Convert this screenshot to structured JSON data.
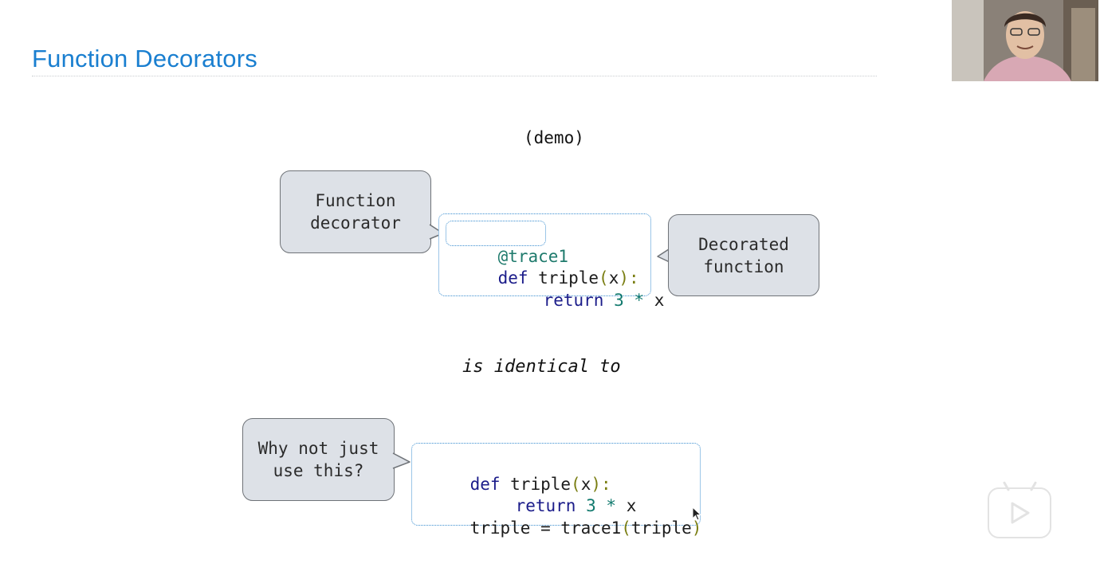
{
  "slide": {
    "title": "Function Decorators",
    "demo_label": "(demo)",
    "identical_label": "is identical to"
  },
  "callouts": {
    "function_decorator": "Function\ndecorator",
    "decorated_function": "Decorated\nfunction",
    "why_not": "Why not just\nuse this?"
  },
  "code_top": {
    "decorator": "@trace1",
    "def_kw": "def",
    "def_name": " triple",
    "def_lparen": "(",
    "def_param": "x",
    "def_rparen": ")",
    "def_colon": ":",
    "return_kw": "return",
    "return_num": "3",
    "return_op": "*",
    "return_var": "x"
  },
  "code_bottom": {
    "def_kw": "def",
    "def_name": " triple",
    "def_lparen": "(",
    "def_param": "x",
    "def_rparen": ")",
    "def_colon": ":",
    "return_kw": "return",
    "return_num": "3",
    "return_op": "*",
    "return_var": "x",
    "assign_target": "triple = trace1",
    "assign_lparen": "(",
    "assign_arg": "triple",
    "assign_rparen": ")"
  },
  "overlay": {
    "webcam_icon": "presenter-video",
    "play_icon": "play-icon",
    "cursor_icon": "mouse-pointer-icon"
  },
  "colors": {
    "title": "#1a7fd0",
    "keyword": "#1b1c8a",
    "number": "#127a6e",
    "paren": "#7a7e12",
    "callout_fill": "#dde1e7",
    "code_border": "#3a8ed0"
  }
}
